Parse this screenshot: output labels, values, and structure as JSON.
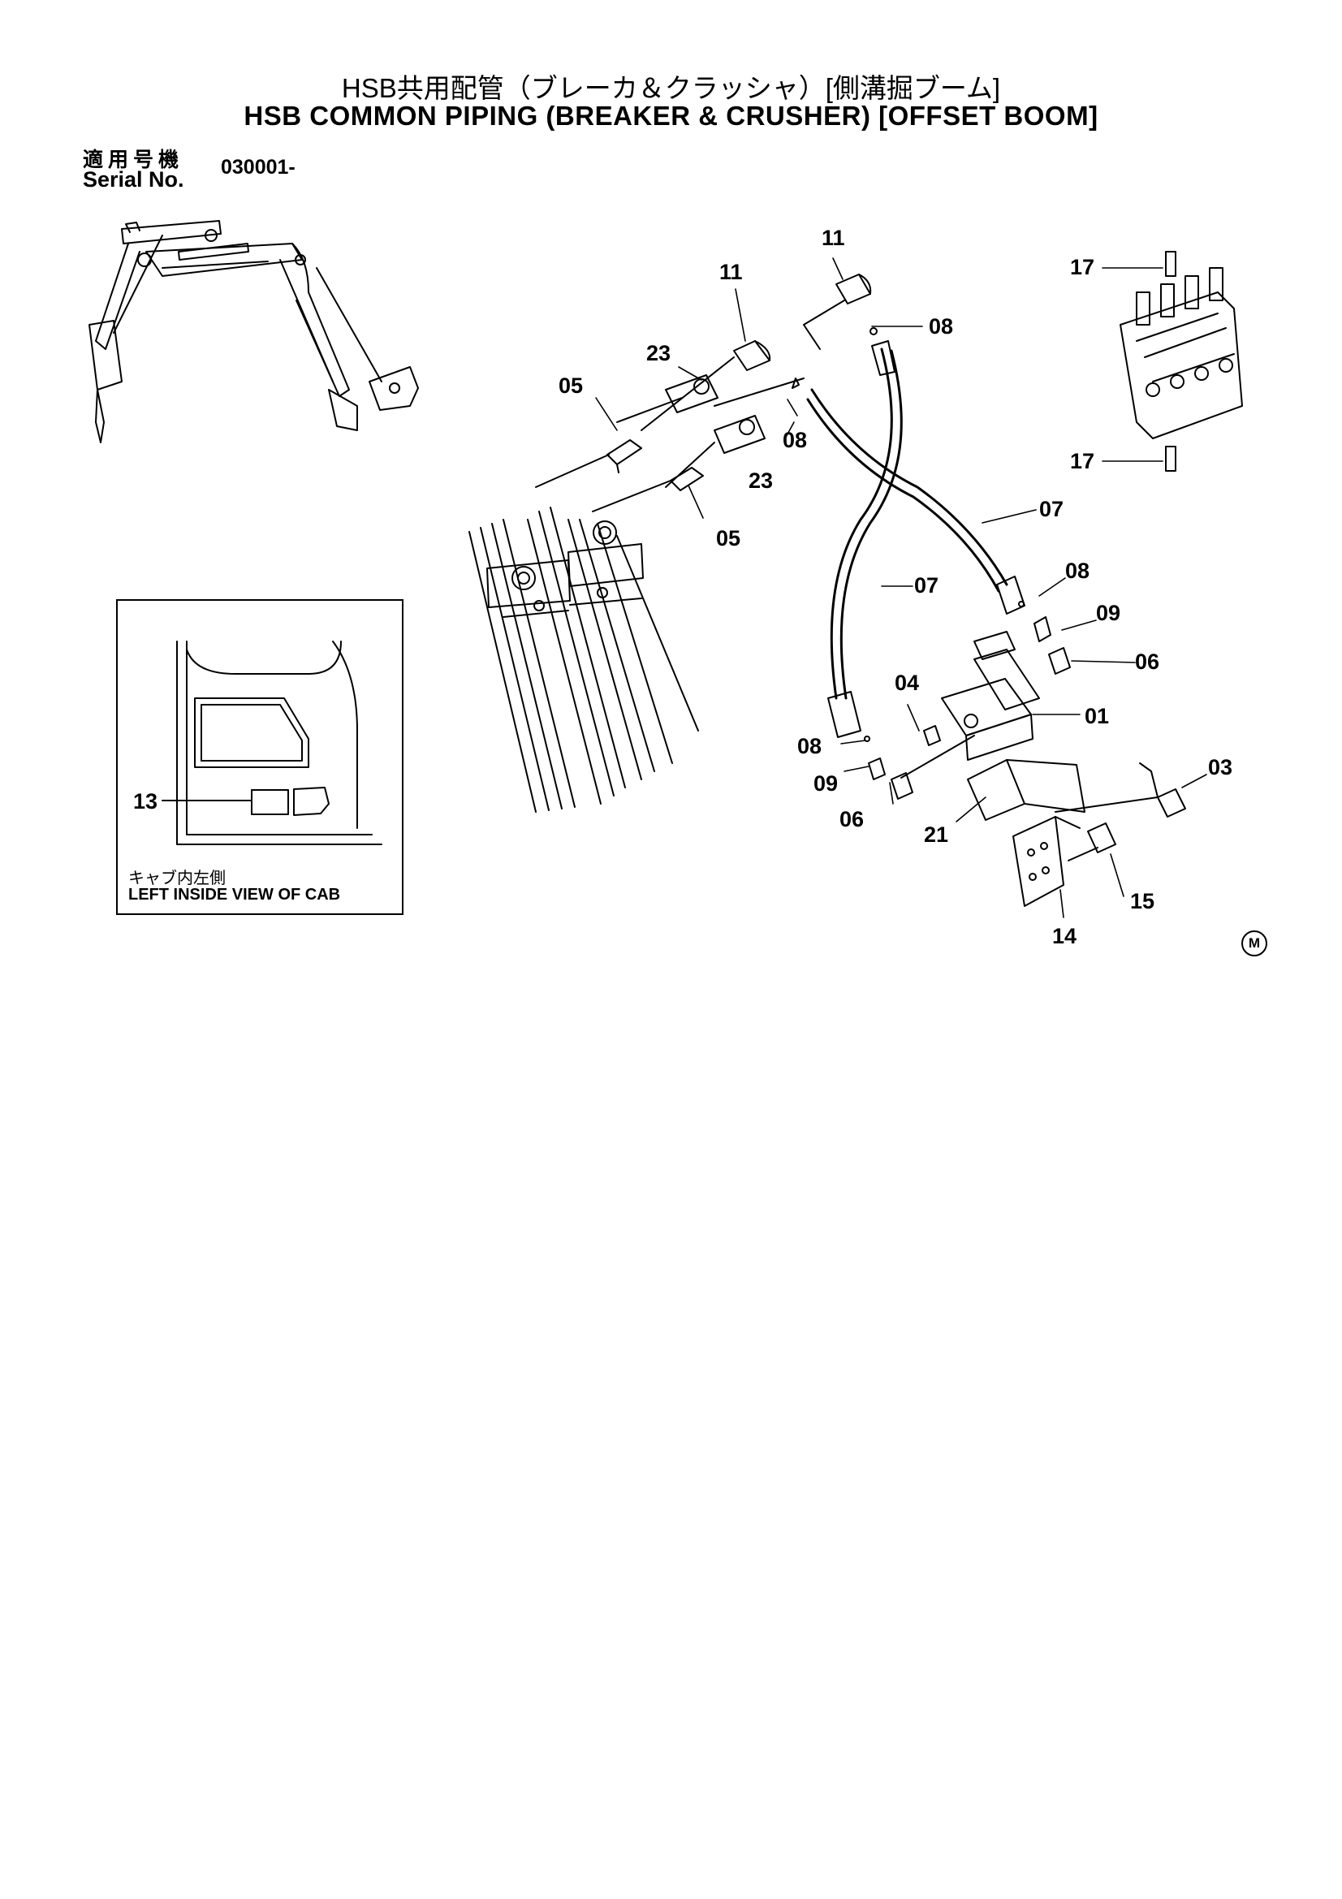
{
  "title": {
    "jp": "HSB共用配管（ブレーカ＆クラッシャ）[側溝掘ブーム]",
    "en": "HSB COMMON PIPING (BREAKER & CRUSHER) [OFFSET BOOM]"
  },
  "serial": {
    "label_jp": "適用号機",
    "label_en": "Serial No.",
    "value": "030001-"
  },
  "callouts": {
    "c01": "01",
    "c03": "03",
    "c04": "04",
    "c05a": "05",
    "c05b": "05",
    "c06a": "06",
    "c06b": "06",
    "c07a": "07",
    "c07b": "07",
    "c08a": "08",
    "c08b": "08",
    "c08c": "08",
    "c08d": "08",
    "c09a": "09",
    "c09b": "09",
    "c11a": "11",
    "c11b": "11",
    "c13": "13",
    "c14": "14",
    "c15": "15",
    "c17a": "17",
    "c17b": "17",
    "c21": "21",
    "c23a": "23",
    "c23b": "23"
  },
  "inset": {
    "caption_jp": "キャブ内左側",
    "caption_en": "LEFT INSIDE VIEW OF CAB"
  },
  "mark": "M"
}
